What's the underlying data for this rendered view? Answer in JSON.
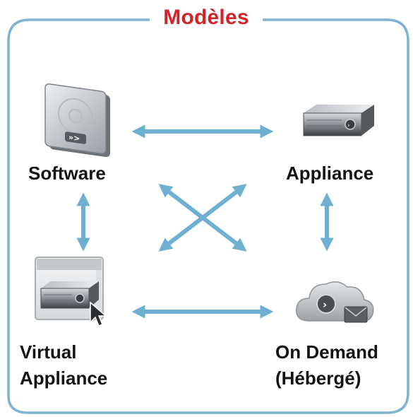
{
  "title": "Modèles",
  "nodes": {
    "software": {
      "label": "Software",
      "icon": "software-box-icon"
    },
    "appliance": {
      "label": "Appliance",
      "icon": "server-appliance-icon"
    },
    "virtual_appliance": {
      "label_line1": "Virtual",
      "label_line2": "Appliance",
      "icon": "virtual-appliance-window-icon"
    },
    "on_demand": {
      "label_line1": "On Demand",
      "label_line2": "(Hébergé)",
      "icon": "cloud-mail-icon"
    }
  },
  "colors": {
    "frame": "#7fb3cf",
    "arrow": "#6fb0d2",
    "title": "#d1232a",
    "label": "#141414"
  }
}
